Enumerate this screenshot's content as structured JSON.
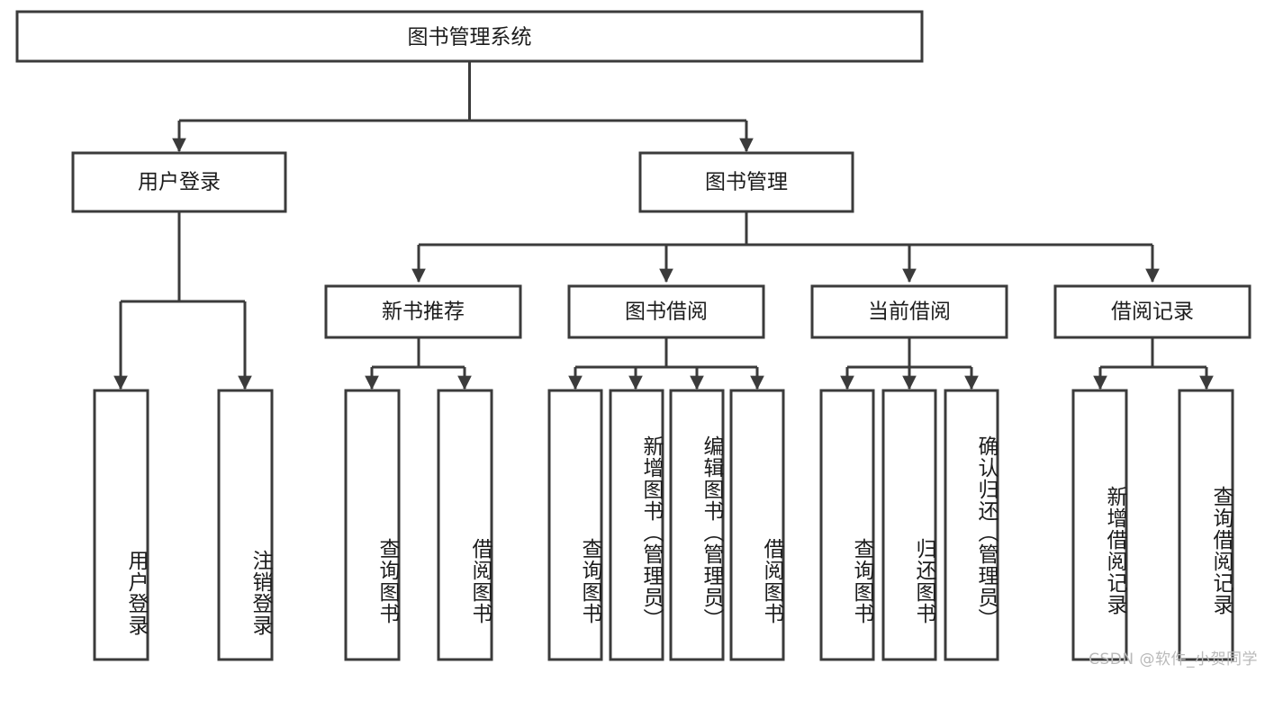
{
  "diagram": {
    "title": "图书管理系统",
    "root": {
      "label": "图书管理系统"
    },
    "level2": [
      {
        "label": "用户登录"
      },
      {
        "label": "图书管理"
      }
    ],
    "level3": [
      {
        "label": "新书推荐"
      },
      {
        "label": "图书借阅"
      },
      {
        "label": "当前借阅"
      },
      {
        "label": "借阅记录"
      }
    ],
    "leaves": {
      "user_login": [
        {
          "label": "用户登录"
        },
        {
          "label": "注销登录"
        }
      ],
      "new_book_recommend": [
        {
          "label": "查询图书"
        },
        {
          "label": "借阅图书"
        }
      ],
      "book_borrow": [
        {
          "label": "查询图书"
        },
        {
          "label": "新增图书（管理员）"
        },
        {
          "label": "编辑图书（管理员）"
        },
        {
          "label": "借阅图书"
        }
      ],
      "current_borrow": [
        {
          "label": "查询图书"
        },
        {
          "label": "归还图书"
        },
        {
          "label": "确认归还（管理员）"
        }
      ],
      "borrow_record": [
        {
          "label": "新增借阅记录"
        },
        {
          "label": "查询借阅记录"
        }
      ]
    }
  },
  "watermark": {
    "text": "CSDN @软件_小贺同学"
  },
  "colors": {
    "stroke": "#3b3b3b",
    "box_fill": "#ffffff",
    "text": "#1c1c1c",
    "watermark": "#b9b9b9",
    "background": "#ffffff"
  }
}
